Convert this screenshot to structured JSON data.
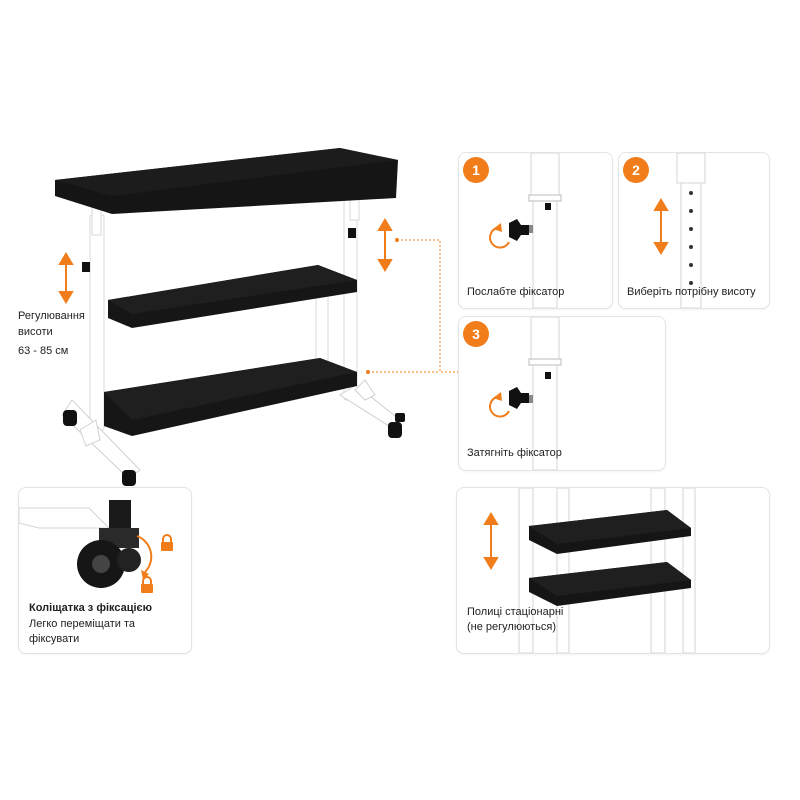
{
  "accent_color": "#f07d1a",
  "height_info": {
    "label": "Регулювання висоти",
    "range": "63 - 85 см"
  },
  "steps": [
    {
      "number": "1",
      "caption": "Послабте фіксатор"
    },
    {
      "number": "2",
      "caption": "Виберіть потрібну висоту"
    },
    {
      "number": "3",
      "caption": "Затягніть фіксатор"
    }
  ],
  "wheels": {
    "title": "Коліщатка з фіксацією",
    "subtitle": "Легко переміщати та фіксувати"
  },
  "shelves": {
    "caption": "Полиці стаціонарні (не регулюються)"
  },
  "icons": [
    "up-down-arrow-icon",
    "rotate-arrow-icon",
    "lock-icon",
    "locator-knob-icon"
  ]
}
